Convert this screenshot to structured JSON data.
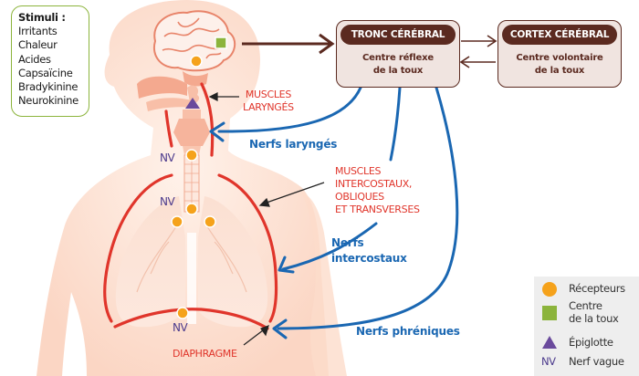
{
  "stimuli": {
    "title": "Stimuli :",
    "items": [
      "Irritants",
      "Chaleur",
      "Acides",
      "Capsaïcine",
      "Bradykinine",
      "Neurokinine"
    ]
  },
  "boxes": {
    "tronc": {
      "title": "TRONC CÉRÉBRAL",
      "line1": "Centre réflexe",
      "line2": "de la toux"
    },
    "cortex": {
      "title": "CORTEX CÉRÉBRAL",
      "line1": "Centre volontaire",
      "line2": "de la toux"
    }
  },
  "muscles": {
    "laryng": [
      "MUSCLES",
      "LARYNGÉS"
    ],
    "intercostaux": [
      "MUSCLES",
      "INTERCOSTAUX,",
      "OBLIQUES",
      "ET TRANSVERSES"
    ],
    "diaphragme": "DIAPHRAGME"
  },
  "nerves": {
    "laryng": "Nerfs laryngés",
    "intercostaux": [
      "Nerfs",
      "intercostaux"
    ],
    "phreniques": "Nerfs phréniques"
  },
  "nv_label": "NV",
  "legend": {
    "items": [
      {
        "symbol": "circle",
        "label": "Récepteurs"
      },
      {
        "symbol": "square",
        "label": "Centre\nde la toux",
        "lines": [
          "Centre",
          "de la toux"
        ]
      },
      {
        "symbol": "triangle",
        "label": "Épiglotte"
      },
      {
        "symbol": "NV",
        "label": "Nerf vague"
      }
    ]
  },
  "colors": {
    "receptor": "#f5a21b",
    "center": "#8cb43c",
    "epiglottis": "#6a4a9c",
    "nerve": "#1a67b2",
    "muscle": "#e0352b",
    "brainstem": "#5b2a20",
    "skin": "#fde3d6"
  }
}
